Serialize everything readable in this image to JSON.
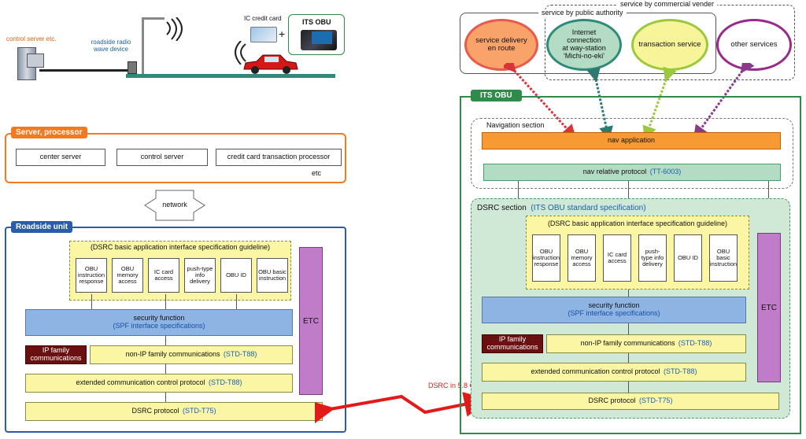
{
  "top": {
    "control_server": "control server etc.",
    "radio": "roadside radio\nwave device",
    "ic_card": "IC credit card",
    "plus": "+",
    "its_obu": "ITS OBU"
  },
  "server_panel": {
    "title": "Server, processor",
    "center_server": "center server",
    "control_server": "control server",
    "cc_processor": "credit card transaction processor",
    "etc": "etc"
  },
  "network": "network",
  "roadside": {
    "title": "Roadside unit",
    "guideline": "(DSRC basic application interface specification guideline)",
    "modules": [
      "OBU instruction response",
      "OBU memory access",
      "IC card access",
      "push-type info delivery",
      "OBU ID",
      "OBU basic instruction"
    ],
    "security": "security function",
    "spf": "(SPF interface specifications)",
    "ip": "IP family communications",
    "nonip": "non-IP family communications",
    "nonip_std": "(STD-T88)",
    "ext": "extended communication control protocol",
    "ext_std": "(STD-T88)",
    "dsrc": "DSRC protocol",
    "dsrc_std": "(STD-T75)",
    "etc": "ETC"
  },
  "link_label": "DSRC in 5.8 GHz mode",
  "services": {
    "commercial": "service by commercial vender",
    "public": "service by public authority",
    "s1": "service delivery\nen route",
    "s2": "Internet\nconnection\nat way-station\n'Michi-no-eki'",
    "s3": "transaction service",
    "s4": "other services"
  },
  "obu": {
    "title": "ITS OBU",
    "nav_section": "Navigation section",
    "nav_app": "nav application",
    "nav_rel": "nav relative protocol",
    "nav_rel_std": "(TT-6003)",
    "dsrc_section": "DSRC section",
    "dsrc_section_std": "(ITS OBU standard specification)",
    "guideline": "(DSRC basic application interface specification guideline)",
    "modules": [
      "OBU instruction response",
      "OBU memory access",
      "IC card access",
      "push-type info delivery",
      "OBU ID",
      "OBU basic instruction"
    ],
    "security": "security function",
    "spf": "(SPF interface specifications)",
    "ip": "IP family communications",
    "nonip": "non-IP family communications",
    "nonip_std": "(STD-T88)",
    "ext": "extended communication control protocol",
    "ext_std": "(STD-T88)",
    "dsrc": "DSRC protocol",
    "dsrc_std": "(STD-T75)",
    "etc": "ETC"
  },
  "colors": {
    "orange": "#f47a20",
    "roadside_blue": "#2a5ca8",
    "obu_green": "#2e8b4a"
  }
}
